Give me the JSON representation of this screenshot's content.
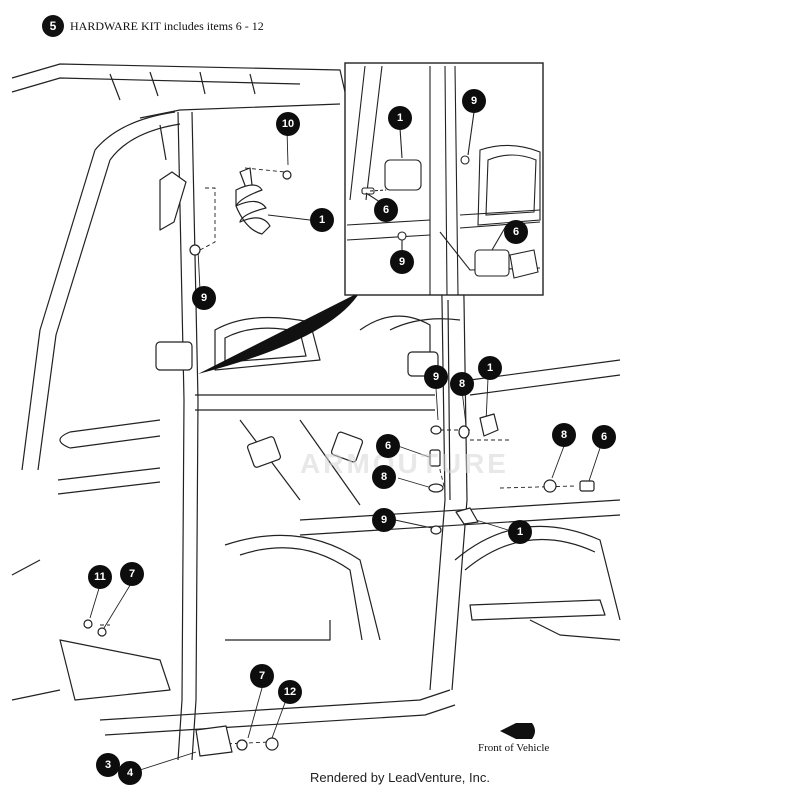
{
  "header": {
    "badge": "5",
    "text": "HARDWARE KIT includes items 6 - 12"
  },
  "callouts": [
    {
      "id": "c-10-top",
      "label": "10"
    },
    {
      "id": "c-1-top",
      "label": "1"
    },
    {
      "id": "c-9-left",
      "label": "9"
    },
    {
      "id": "c-1-inset",
      "label": "1"
    },
    {
      "id": "c-9-inset-top",
      "label": "9"
    },
    {
      "id": "c-6-inset-left",
      "label": "6"
    },
    {
      "id": "c-6-inset-right",
      "label": "6"
    },
    {
      "id": "c-9-inset-bottom",
      "label": "9"
    },
    {
      "id": "c-9-mid",
      "label": "9"
    },
    {
      "id": "c-8-mid",
      "label": "8"
    },
    {
      "id": "c-1-mid",
      "label": "1"
    },
    {
      "id": "c-6-center",
      "label": "6"
    },
    {
      "id": "c-8-right",
      "label": "8"
    },
    {
      "id": "c-6-right",
      "label": "6"
    },
    {
      "id": "c-8-center",
      "label": "8"
    },
    {
      "id": "c-9-low",
      "label": "9"
    },
    {
      "id": "c-1-low",
      "label": "1"
    },
    {
      "id": "c-11",
      "label": "11"
    },
    {
      "id": "c-7-left",
      "label": "7"
    },
    {
      "id": "c-7-bottom",
      "label": "7"
    },
    {
      "id": "c-12",
      "label": "12"
    },
    {
      "id": "c-3",
      "label": "3"
    },
    {
      "id": "c-4",
      "label": "4"
    }
  ],
  "direction": {
    "label": "Front of Vehicle",
    "icon": "arrow-left-icon"
  },
  "watermark": "ARMOUTURE",
  "credit": "Rendered by LeadVenture, Inc."
}
